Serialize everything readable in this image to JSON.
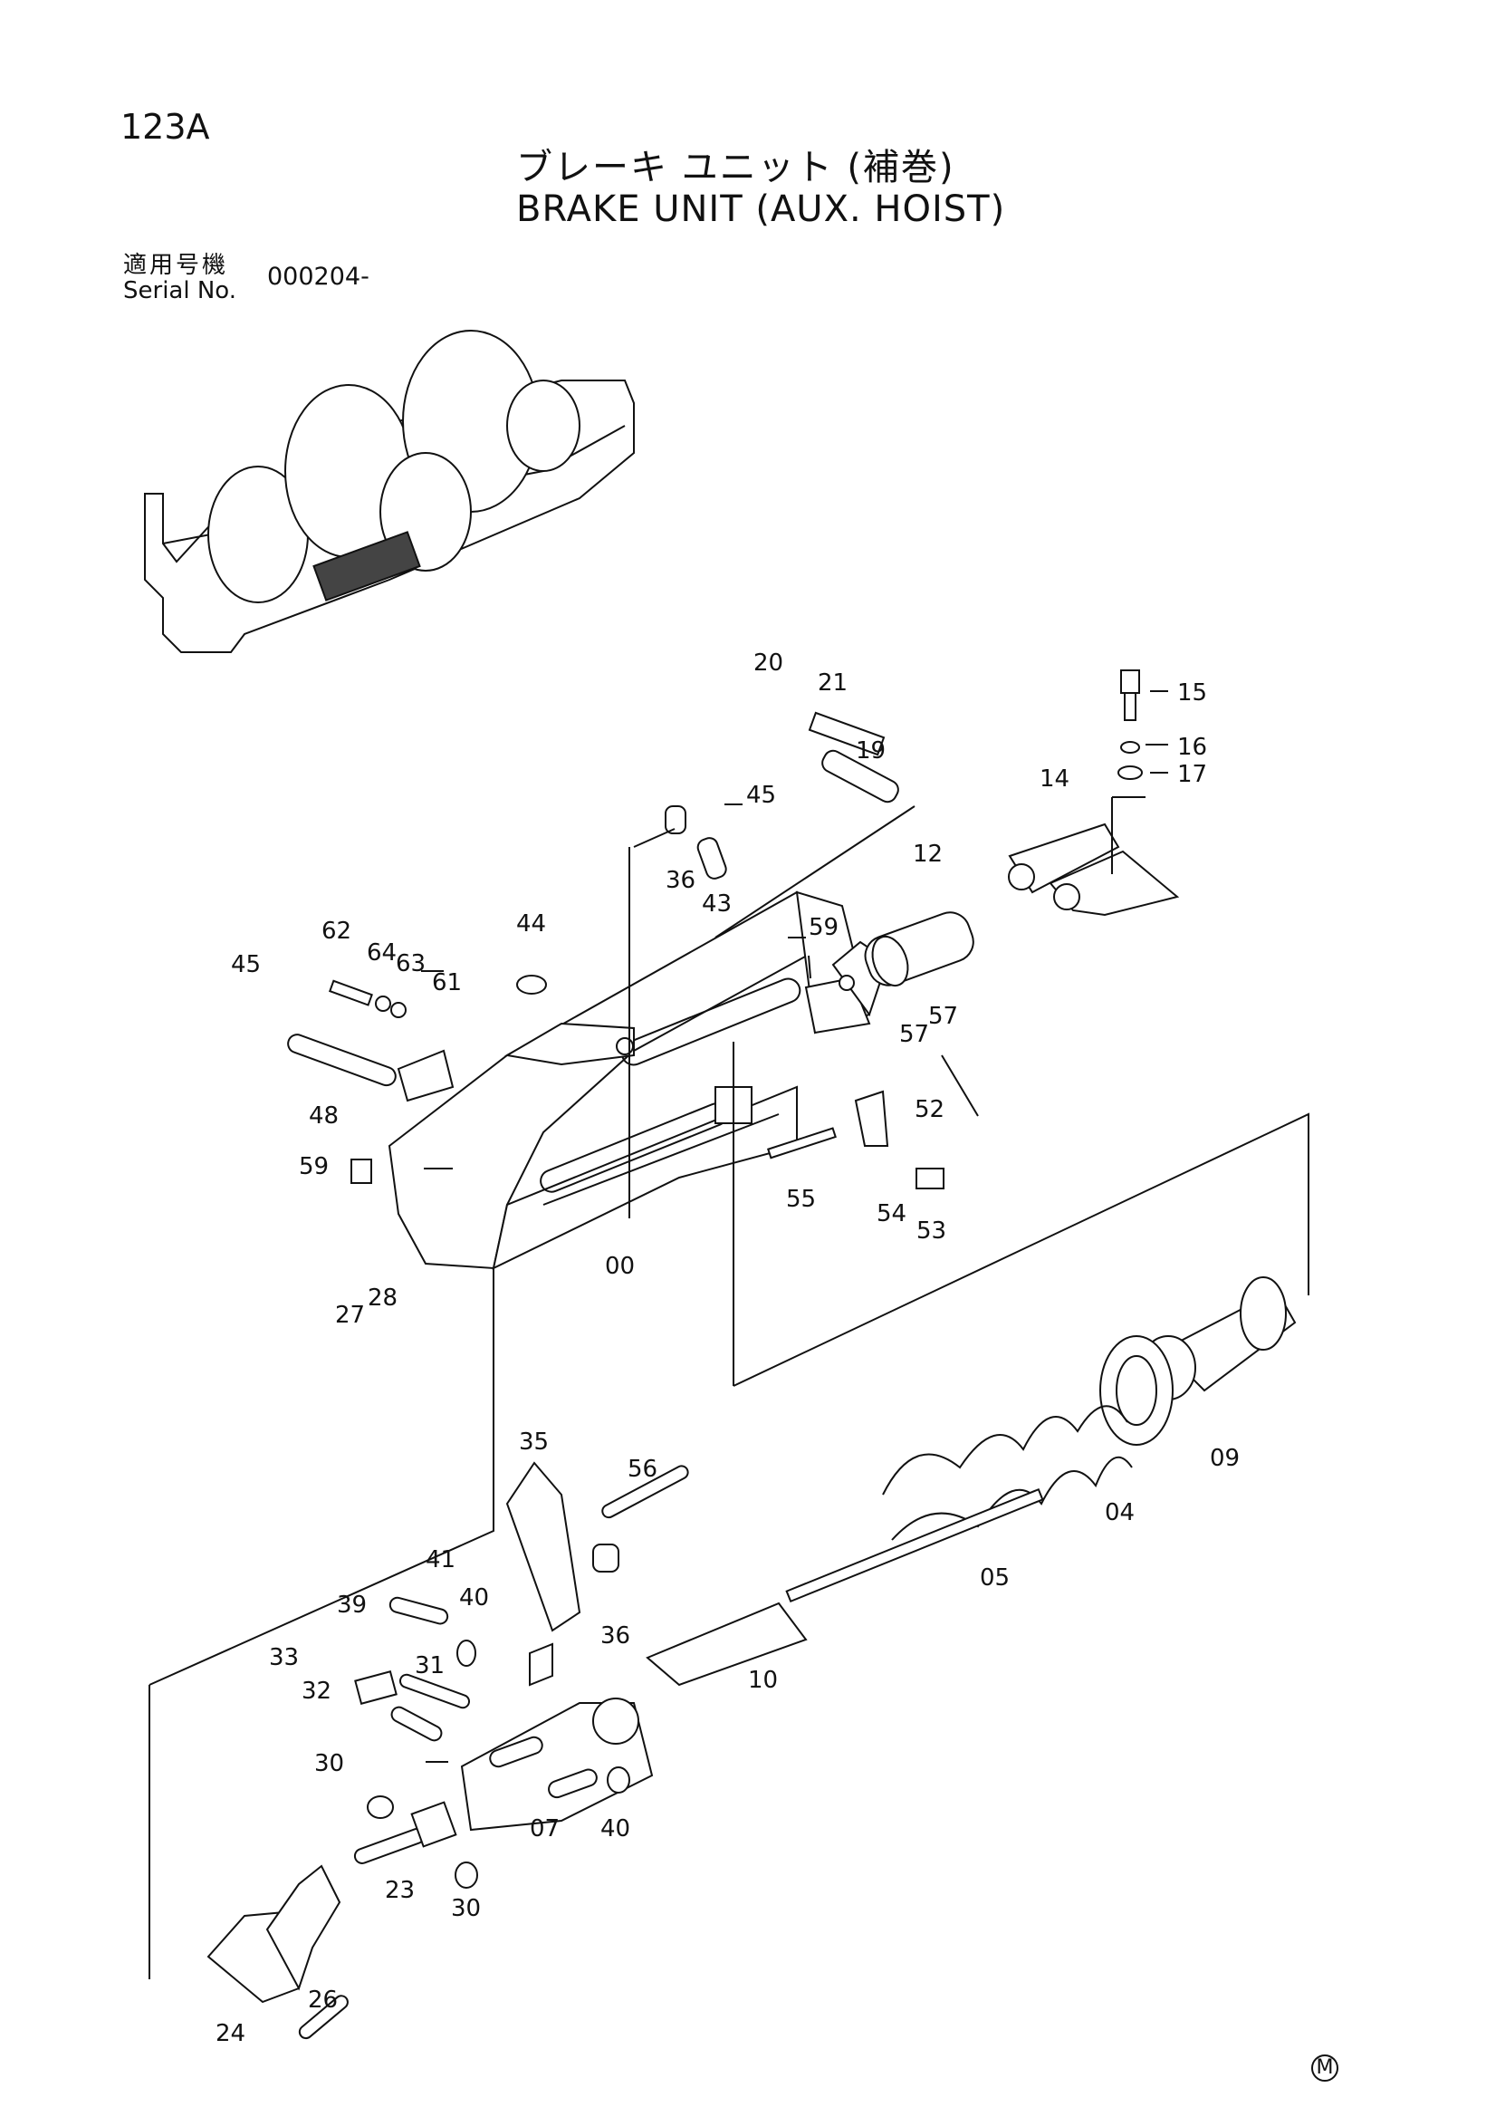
{
  "header": {
    "page_code": "123A",
    "title_jp": "ブレーキ ユニット (補巻)",
    "title_en": "BRAKE UNIT (AUX. HOIST)",
    "serial_label_jp": "適用号機",
    "serial_label_en": "Serial No.",
    "serial_value": "000204-"
  },
  "footer": {
    "mark": "M"
  },
  "part_labels": [
    "20",
    "21",
    "15",
    "19",
    "16",
    "45",
    "17",
    "14",
    "36",
    "43",
    "12",
    "44",
    "59",
    "62",
    "64",
    "63",
    "45",
    "61",
    "57",
    "57",
    "52",
    "48",
    "59",
    "55",
    "54",
    "53",
    "00",
    "27",
    "28",
    "09",
    "04",
    "35",
    "56",
    "05",
    "41",
    "40",
    "36",
    "39",
    "33",
    "31",
    "10",
    "32",
    "30",
    "07",
    "40",
    "23",
    "30",
    "24",
    "26"
  ]
}
